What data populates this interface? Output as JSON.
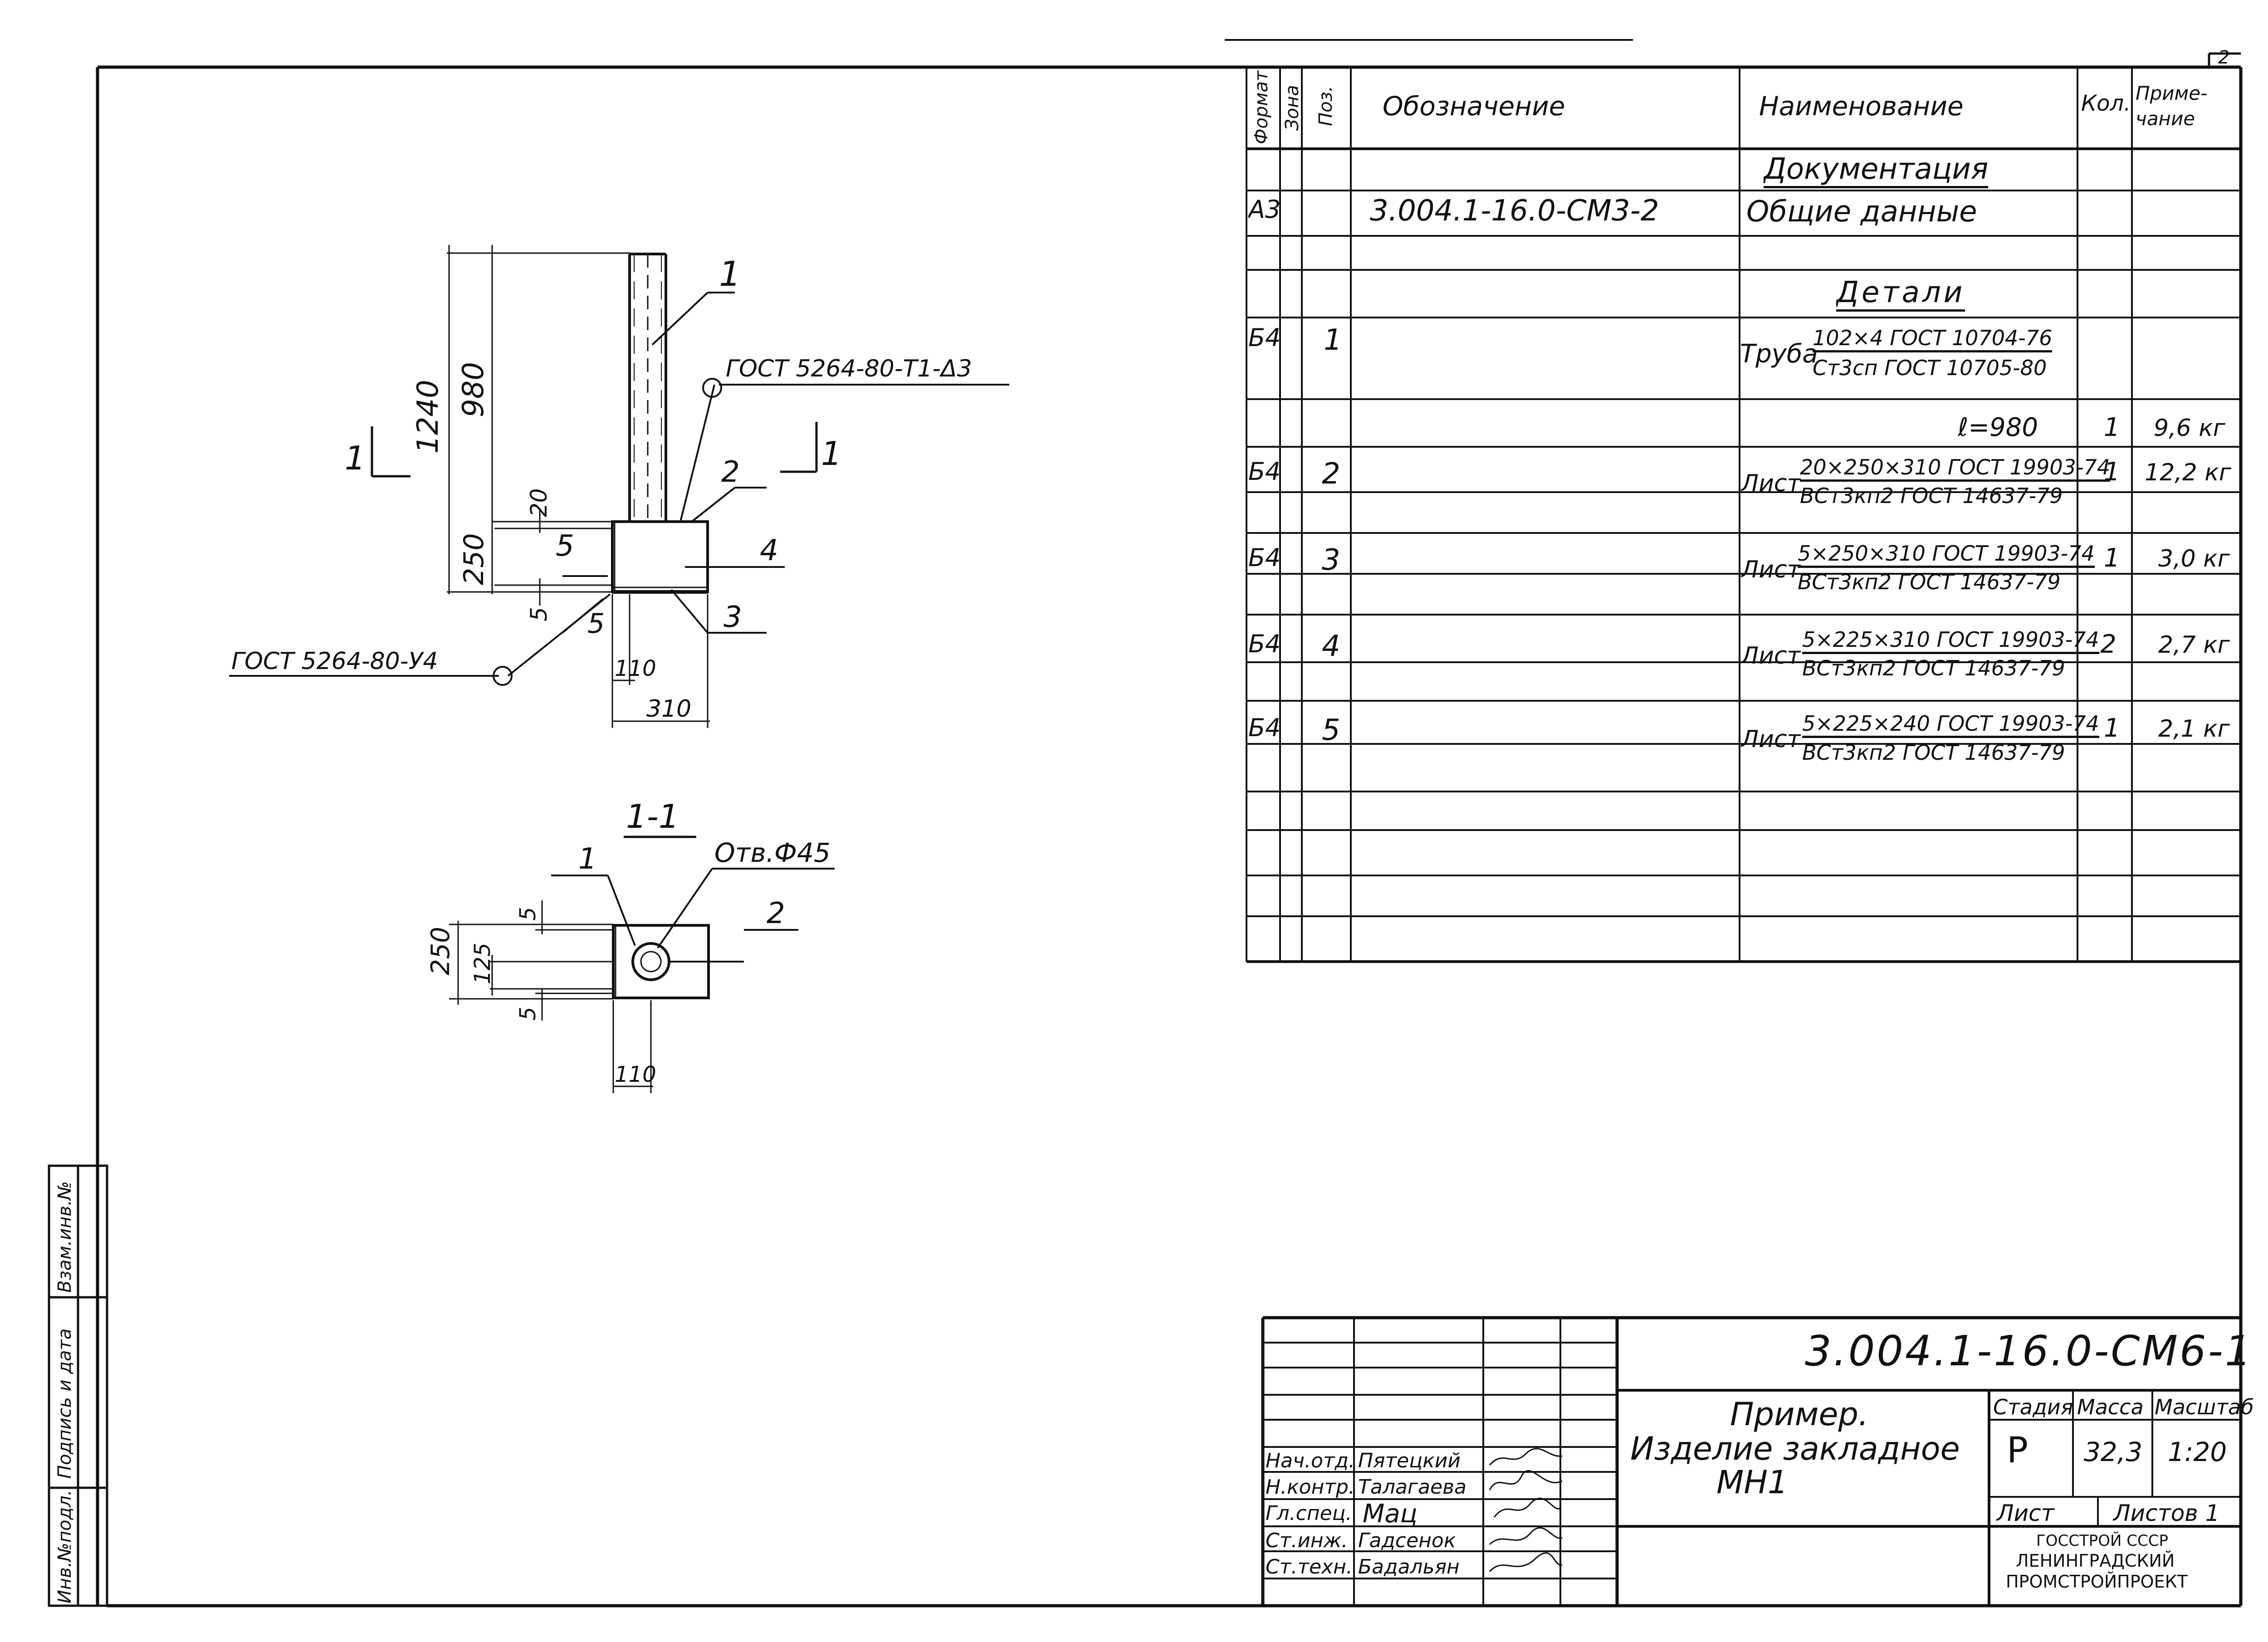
{
  "sheet_number": "2",
  "spec_table": {
    "headers": {
      "format": "Формат",
      "zone": "Зона",
      "pos": "Поз.",
      "designation": "Обозначение",
      "name": "Наименование",
      "qty": "Кол.",
      "note": "Приме-чание"
    },
    "section_documentation": "Документация",
    "doc_row": {
      "format": "А3",
      "designation": "3.004.1-16.0-СМ3-2",
      "name": "Общие данные"
    },
    "section_details": "Детали",
    "rows": [
      {
        "format": "Б4",
        "pos": "1",
        "name_prefix": "Труба",
        "name_top": "102×4 ГОСТ 10704-76",
        "name_bottom": "Ст3сп ГОСТ 10705-80",
        "qty": "",
        "note": ""
      },
      {
        "format": "",
        "pos": "",
        "name_prefix": "",
        "name_top": "ℓ=980",
        "name_bottom": "",
        "qty": "1",
        "note": "9,6 кг"
      },
      {
        "format": "Б4",
        "pos": "2",
        "name_prefix": "Лист",
        "name_top": "20×250×310 ГОСТ 19903-74",
        "name_bottom": "ВСт3кп2 ГОСТ 14637-79",
        "qty": "1",
        "note": "12,2 кг"
      },
      {
        "format": "Б4",
        "pos": "3",
        "name_prefix": "Лист",
        "name_top": "5×250×310 ГОСТ 19903-74",
        "name_bottom": "ВСт3кп2 ГОСТ 14637-79",
        "qty": "1",
        "note": "3,0 кг"
      },
      {
        "format": "Б4",
        "pos": "4",
        "name_prefix": "Лист",
        "name_top": "5×225×310 ГОСТ 19903-74",
        "name_bottom": "ВСт3кп2 ГОСТ 14637-79",
        "qty": "2",
        "note": "2,7 кг"
      },
      {
        "format": "Б4",
        "pos": "5",
        "name_prefix": "Лист",
        "name_top": "5×225×240 ГОСТ 19903-74",
        "name_bottom": "ВСт3кп2 ГОСТ 14637-79",
        "qty": "1",
        "note": "2,1 кг"
      }
    ]
  },
  "drawing": {
    "dims": {
      "d1240": "1240",
      "d980": "980",
      "d20": "20",
      "d250": "250",
      "d5a": "5",
      "d5b": "5",
      "d110": "110",
      "d310": "310",
      "s250": "250",
      "s125": "125",
      "s5a": "5",
      "s5b": "5",
      "s110": "110"
    },
    "callouts": {
      "c1": "1",
      "c2": "2",
      "c3": "3",
      "c4": "4",
      "c5": "5",
      "s1": "1",
      "s2": "2"
    },
    "weld_top": "ГОСТ 5264-80-Т1-Δ3",
    "weld_bottom": "ГОСТ 5264-80-У4",
    "section_mark_left": "1",
    "section_mark_right": "1",
    "section_title": "1-1",
    "hole_label": "Отв.Ф45"
  },
  "title_block": {
    "doc_code": "3.004.1-16.0-СМ6-1",
    "title_line1": "Пример.",
    "title_line2": "Изделие закладное",
    "title_line3": "МН1",
    "stage_header": "Стадия",
    "mass_header": "Масса",
    "scale_header": "Масштаб",
    "stage": "Р",
    "mass": "32,3",
    "scale": "1:20",
    "sheet_label": "Лист",
    "sheets_label": "Листов 1",
    "org_line1": "ГОССТРОЙ СССР",
    "org_line2": "ЛЕНИНГРАДСКИЙ",
    "org_line3": "ПРОМСТРОЙПРОЕКТ",
    "people": [
      {
        "role": "Нач.отд.",
        "name": "Пятецкий"
      },
      {
        "role": "Н.контр.",
        "name": "Талагаева"
      },
      {
        "role": "Гл.спец.",
        "name": "Мац"
      },
      {
        "role": "Ст.инж.",
        "name": "Гадсенок"
      },
      {
        "role": "Ст.техн.",
        "name": "Бадальян"
      }
    ]
  },
  "side_stamp": {
    "inv_orig": "Инв.№подл.",
    "sign_date": "Подпись и дата",
    "replace_inv": "Взам.инв.№"
  }
}
